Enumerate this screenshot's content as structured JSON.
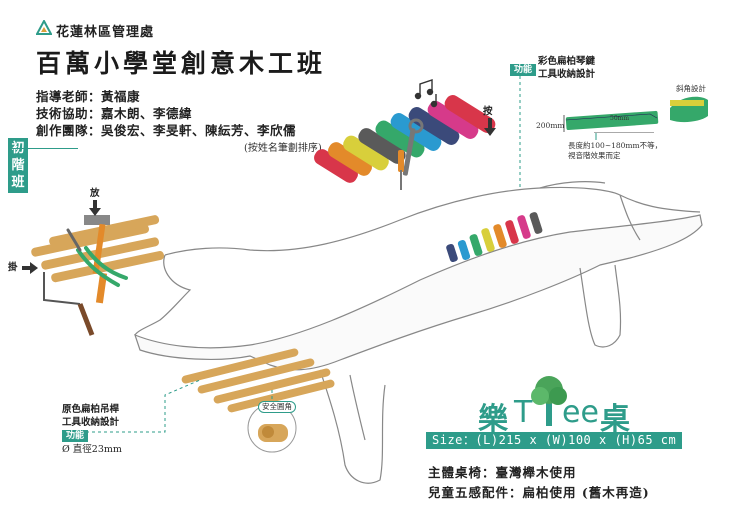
{
  "header": {
    "org": "花蓮林區管理處",
    "title": "百萬小學堂創意木工班",
    "teacher": "指導老師：黃福康",
    "tech": "技術協助：嘉木朗、李德緯",
    "team": "創作團隊：吳俊宏、李旻軒、陳紜芳、李欣儒",
    "team_note": "(按姓名筆劃排序)"
  },
  "grade_label": "初階班",
  "grade_chars": [
    "初",
    "階",
    "班"
  ],
  "callouts": {
    "tools_put": "放",
    "tools_hang": "掛",
    "press": "按",
    "harp_tag": "功能",
    "harp_desc1": "彩色扁柏琴鍵",
    "harp_desc2": "工具收納設計",
    "harp_measure": "200mm",
    "harp_measure_small": "50mm",
    "harp_section": "斜角設計",
    "harp_note1": "長度約100~180mm不等，",
    "harp_note2": "視音階效果而定",
    "rack_desc1": "原色扁柏吊桿",
    "rack_desc2": "工具收納設計",
    "rack_tag": "功能",
    "rack_diameter": "Ø 直徑23mm",
    "safety": "安全圓角"
  },
  "brand": {
    "cn": "樂",
    "en_a": "T",
    "en_b": "ee",
    "cn2": "桌",
    "size": "Size：(L)215 x (W)100 x (H)65 cm",
    "spec1": "主體桌椅：臺灣櫸木使用",
    "spec2": "兒童五感配件：扁柏使用 (舊木再造)"
  },
  "colors": {
    "accent": "#2e9c8a",
    "key_colors": [
      "#3b4a7a",
      "#2a9ad0",
      "#35a86a",
      "#d8cf3b",
      "#e38a2a",
      "#d8364a",
      "#d63a8a",
      "#5a5a5a"
    ],
    "wood": "#d7a65a",
    "tree_green": "#4aa45a"
  },
  "icons": {
    "logo": "mountain-logo-icon",
    "music": "music-notes-icon",
    "hammer": "hammer-icon",
    "saw": "saw-icon",
    "pliers": "pliers-icon",
    "wrench": "wrench-icon",
    "screwdriver": "screwdriver-icon",
    "tree": "tree-icon"
  }
}
